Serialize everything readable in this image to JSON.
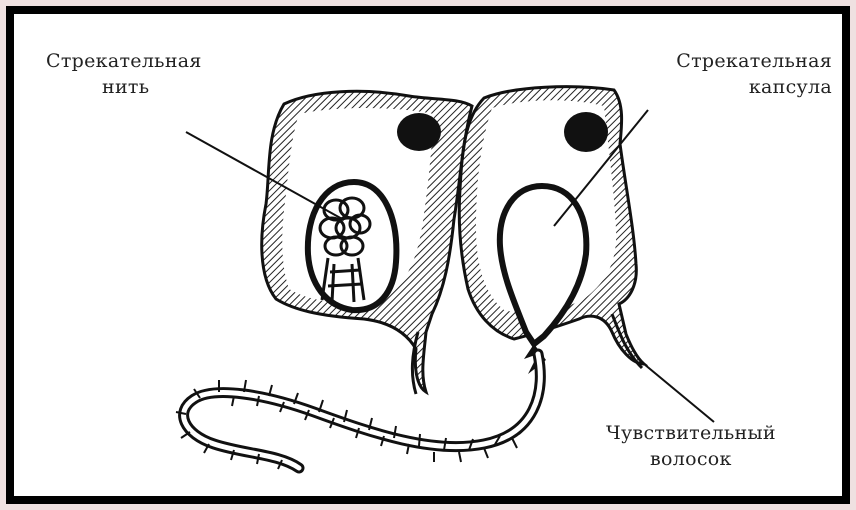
{
  "labels": {
    "nematocyst_thread": {
      "line1": "Стрекательная",
      "line2": "нить"
    },
    "nematocyst_capsule": {
      "line1": "Стрекательная",
      "line2": "капсула"
    },
    "sensory_hair": {
      "line1": "Чувствительный",
      "line2": "волосок"
    }
  },
  "colors": {
    "background": "#efe1e1",
    "frame": "#000000",
    "panel": "#ffffff",
    "ink": "#111111",
    "text": "#222222"
  }
}
